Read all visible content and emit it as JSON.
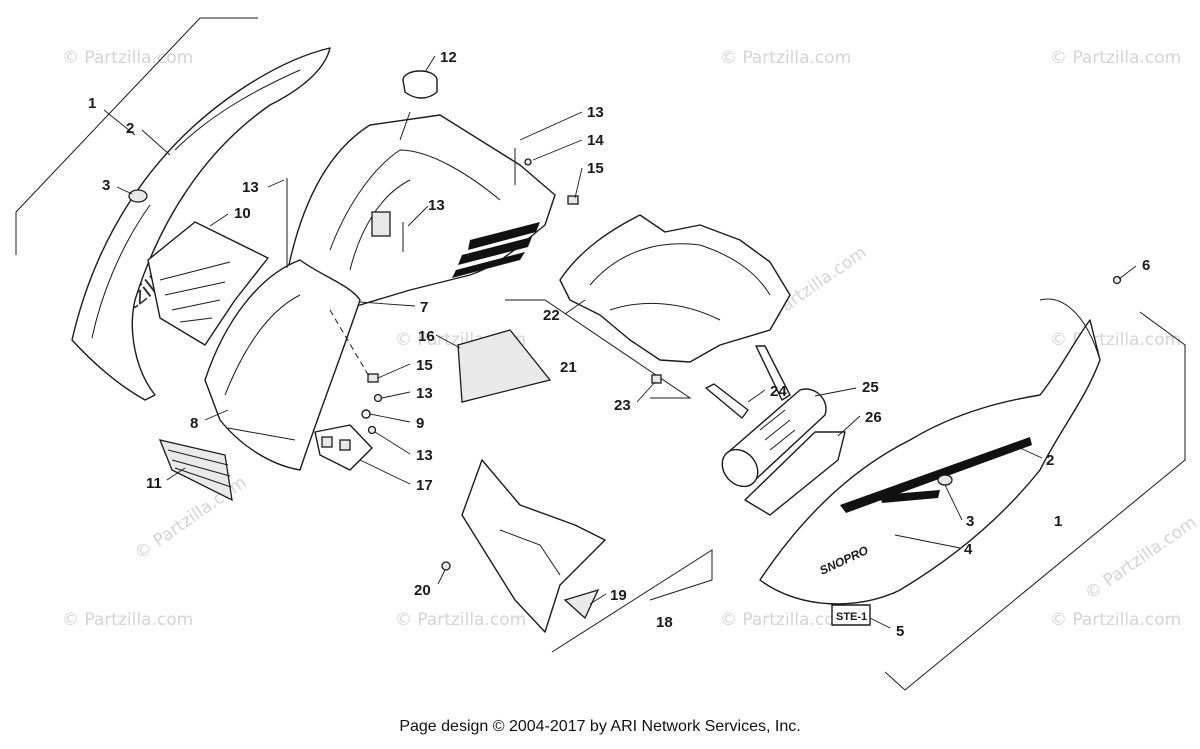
{
  "watermark": "© Partzilla.com",
  "watermark_diagonal": "© Partzilla.com",
  "footer": "Page design © 2004-2017 by ARI Network Services, Inc.",
  "decal_text_1": "SNOPRO",
  "decal_text_2": "STE-1",
  "callouts": {
    "c1a": "1",
    "c2a": "2",
    "c3a": "3",
    "c13a": "13",
    "c10": "10",
    "c12": "12",
    "c13b": "13",
    "c14": "14",
    "c15a": "15",
    "c13c": "13",
    "c7": "7",
    "c16": "16",
    "c15b": "15",
    "c13d": "13",
    "c9": "9",
    "c13e": "13",
    "c17": "17",
    "c8": "8",
    "c11": "11",
    "c22": "22",
    "c21": "21",
    "c23": "23",
    "c24": "24",
    "c25": "25",
    "c26": "26",
    "c6": "6",
    "c2b": "2",
    "c1b": "1",
    "c3b": "3",
    "c4": "4",
    "c5": "5",
    "c18": "18",
    "c19": "19",
    "c20": "20"
  },
  "colors": {
    "line": "#1b1b1b",
    "watermark": "#d4d4d4",
    "background": "#ffffff"
  }
}
